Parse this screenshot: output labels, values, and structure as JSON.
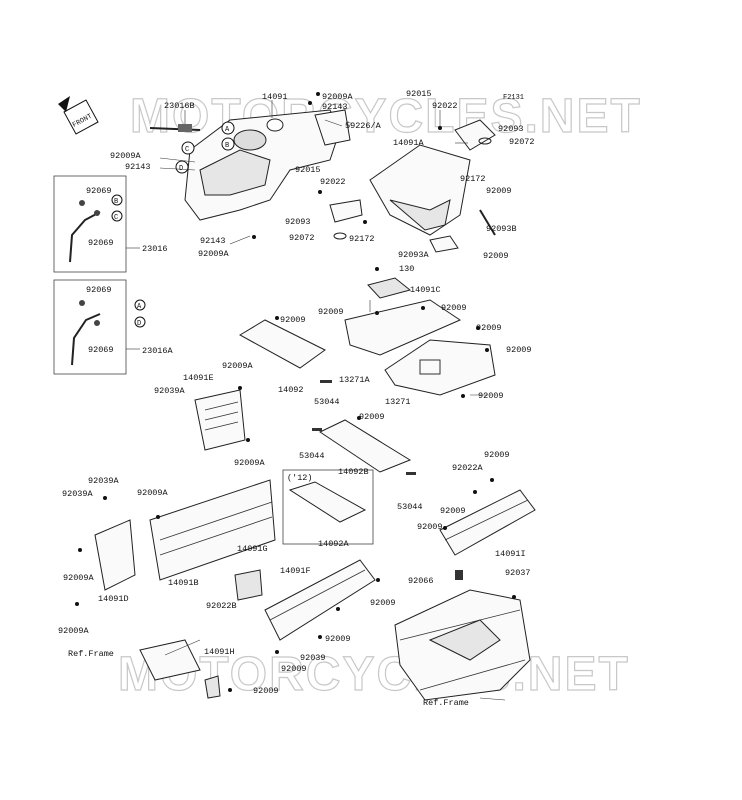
{
  "diagram_code": "F2131",
  "front_badge": "FRONT",
  "watermark": "MOTORCYCLES.NET",
  "refs": [
    "A",
    "B",
    "C",
    "D"
  ],
  "labels": {
    "l14091": "14091",
    "l23016B": "23016B",
    "l92009A_top": "92009A",
    "l92143_top": "92143",
    "l59226A": "59226/A",
    "l92015_right": "92015",
    "l92022_right": "92022",
    "l92093_right": "92093",
    "l92072_right": "92072",
    "l14091A": "14091A",
    "l92172_right": "92172",
    "l92009_right1": "92009",
    "l92093B": "92093B",
    "l92093A": "92093A",
    "l92009_right2": "92009",
    "l92009A_left": "92009A",
    "l92143_left": "92143",
    "l92015_mid": "92015",
    "l92022_mid": "92022",
    "l92093_mid": "92093",
    "l92072_mid": "92072",
    "l92172_mid": "92172",
    "l92143_low": "92143",
    "l92009A_low": "92009A",
    "b1_92069_top": "92069",
    "b1_92069_bot": "92069",
    "b1_23016": "23016",
    "b2_92069_top": "92069",
    "b2_92069_bot": "92069",
    "b2_23016A": "23016A",
    "l130": "130",
    "l14091C": "14091C",
    "l92009_c1": "92009",
    "l92009_c2": "92009",
    "l92009_c3": "92009",
    "l92009_c4": "92009",
    "l92009_c5": "92009",
    "l92009_c6": "92009",
    "l13271A": "13271A",
    "l13271": "13271",
    "l14092": "14092",
    "l53044_a": "53044",
    "l92009A_e1": "92009A",
    "l14091E": "14091E",
    "l92039A_e": "92039A",
    "l92009A_e2": "92009A",
    "l92009_mid": "92009",
    "l53044_b": "53044",
    "l14092B": "14092B",
    "l53044_c": "53044",
    "l12": "('12)",
    "l14092A": "14092A",
    "l92039A_1": "92039A",
    "l92039A_2": "92039A",
    "l92009A_b1": "92009A",
    "l92009A_b2": "92009A",
    "l14091B": "14091B",
    "l14091D": "14091D",
    "l92009A_b3": "92009A",
    "l14091G": "14091G",
    "l92022B": "92022B",
    "l14091F": "14091F",
    "l92009_f1": "92009",
    "l92009_f2": "92009",
    "l92009_f3": "92009",
    "l92039": "92039",
    "l92009_i1": "92009",
    "l92022A": "92022A",
    "l92009_i2": "92009",
    "l92009_i3": "92009",
    "l14091I": "14091I",
    "l92066": "92066",
    "l92037": "92037",
    "ref_frame_left": "Ref.Frame",
    "l14091H": "14091H",
    "l92009_h": "92009",
    "ref_frame_right": "Ref.Frame"
  }
}
